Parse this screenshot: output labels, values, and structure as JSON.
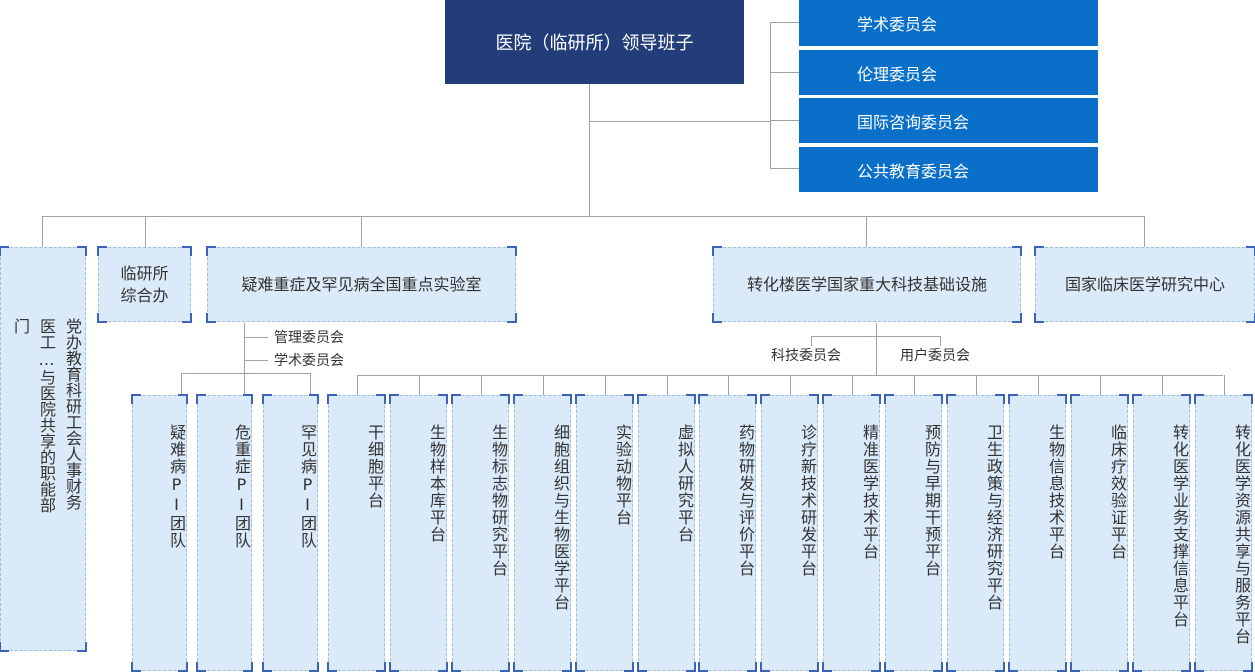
{
  "leadership": "医院（临研所）领导班子",
  "committees": [
    "学术委员会",
    "伦理委员会",
    "国际咨询委员会",
    "公共教育委员会"
  ],
  "functional_dept": "党办教育科研工会人事财务医工…与医院共享的职能部门",
  "comprehensive_office": "临研所\n综合办",
  "key_lab": {
    "title": "疑难重症及罕见病全国重点实验室",
    "committees": [
      "管理委员会",
      "学术委员会"
    ],
    "teams": [
      "疑难病PI团队",
      "危重症PI团队",
      "罕见病PI团队"
    ]
  },
  "platforms": [
    "干细胞平台",
    "生物样本库平台",
    "生物标志物研究平台",
    "细胞组织与生物医学平台",
    "实验动物平台",
    "虚拟人研究平台",
    "药物研发与评价平台",
    "诊疗新技术研发平台",
    "精准医学技术平台",
    "预防与早期干预平台",
    "卫生政策与经济研究平台",
    "生物信息技术平台",
    "临床疗效验证平台",
    "转化医学业务支撑信息平台",
    "转化医学资源共享与服务平台"
  ],
  "facility": {
    "title": "转化楼医学国家重大科技基础设施",
    "committees": [
      "科技委员会",
      "用户委员会"
    ]
  },
  "clinical_center": "国家临床医学研究中心"
}
